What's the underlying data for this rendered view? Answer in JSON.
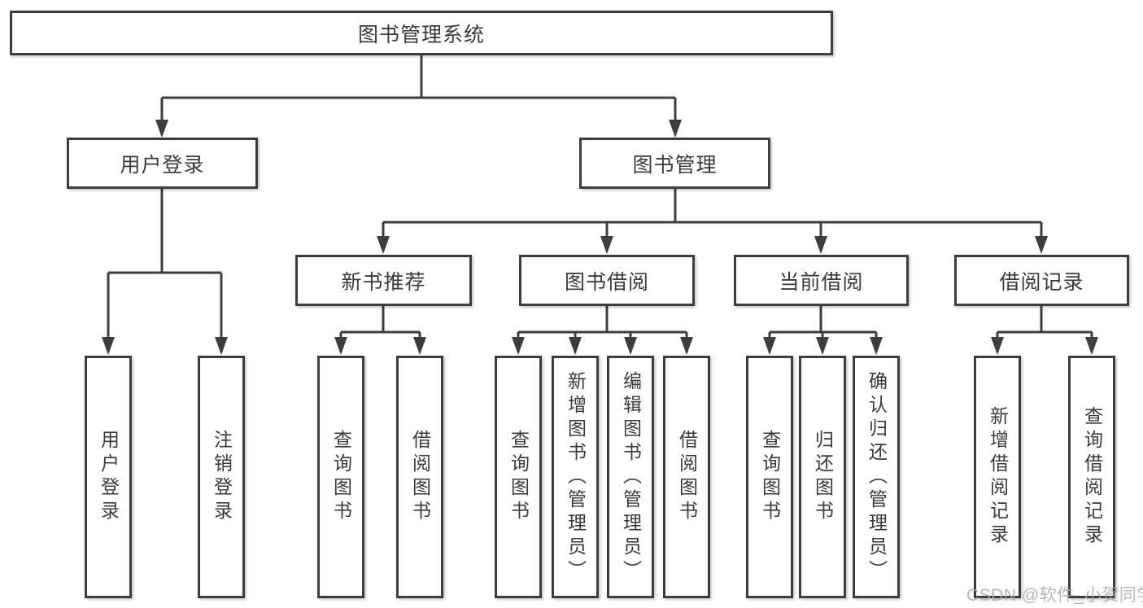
{
  "diagram": {
    "root": {
      "label": "图书管理系统"
    },
    "branches": [
      {
        "label": "用户登录",
        "leaves": [
          "用户登录",
          "注销登录"
        ]
      },
      {
        "label": "图书管理",
        "groups": [
          {
            "label": "新书推荐",
            "leaves": [
              "查询图书",
              "借阅图书"
            ]
          },
          {
            "label": "图书借阅",
            "leaves": [
              "查询图书",
              "新增图书（管理员）",
              "编辑图书（管理员）",
              "借阅图书"
            ]
          },
          {
            "label": "当前借阅",
            "leaves": [
              "查询图书",
              "归还图书",
              "确认归还（管理员）"
            ]
          },
          {
            "label": "借阅记录",
            "leaves": [
              "新增借阅记录",
              "查询借阅记录"
            ]
          }
        ]
      }
    ]
  },
  "watermark": {
    "text": "CSDN @软件_小贺同学"
  },
  "colors": {
    "line": "#3d3d3d",
    "text": "#3a3a3a",
    "background": "#ffffff",
    "watermark": "#a8a8a8"
  }
}
